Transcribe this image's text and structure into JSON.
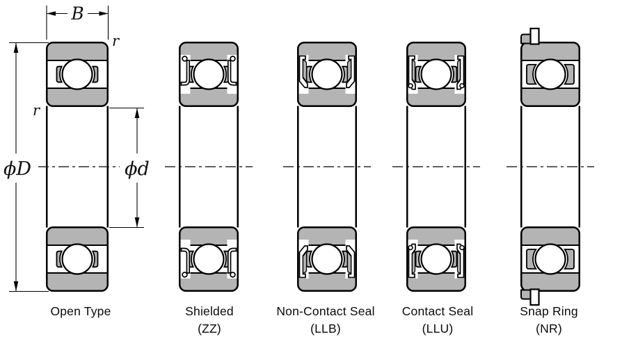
{
  "diagram": {
    "kind": "ball-bearing-type-cross-sections",
    "dimensions": {
      "width": "B",
      "outer_diameter": "ϕD",
      "bore_diameter": "ϕd",
      "chamfer_radius": "r"
    },
    "bearings": [
      {
        "name": "Open Type",
        "code": ""
      },
      {
        "name": "Shielded",
        "code": "(ZZ)"
      },
      {
        "name": "Non-Contact Seal",
        "code": "(LLB)"
      },
      {
        "name": "Contact Seal",
        "code": "(LLU)"
      },
      {
        "name": "Snap Ring",
        "code": "(NR)"
      }
    ],
    "colors": {
      "ring_fill": "#b4b4b4",
      "outline": "#000000",
      "background": "#ffffff"
    }
  }
}
